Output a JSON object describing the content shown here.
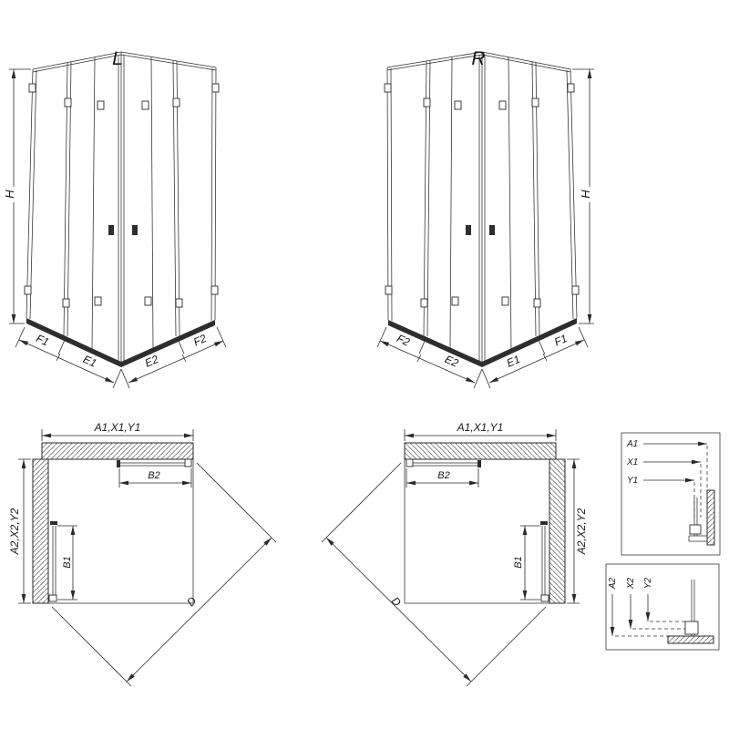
{
  "drawing": {
    "perspective_left": {
      "variant": "L",
      "height": "H",
      "bottom": [
        "F1",
        "E1",
        "E2",
        "F2"
      ]
    },
    "perspective_right": {
      "variant": "R",
      "height": "H",
      "bottom": [
        "F2",
        "E2",
        "E1",
        "F1"
      ]
    },
    "plan_left": {
      "width": "A1,X1,Y1",
      "depth": "A2,X2,Y2",
      "door_top": "B2",
      "door_side": "B1",
      "diagonal": "D"
    },
    "plan_right": {
      "width": "A1,X1,Y1",
      "depth": "A2,X2,Y2",
      "door_top": "B2",
      "door_side": "B1",
      "diagonal": "D"
    },
    "detail_width": {
      "rows": [
        "A1",
        "X1",
        "Y1"
      ]
    },
    "detail_depth": {
      "rows": [
        "A2",
        "X2",
        "Y2"
      ]
    }
  },
  "colors": {
    "line": "#2b2b2b",
    "text": "#1a1a1a",
    "background": "#ffffff"
  }
}
